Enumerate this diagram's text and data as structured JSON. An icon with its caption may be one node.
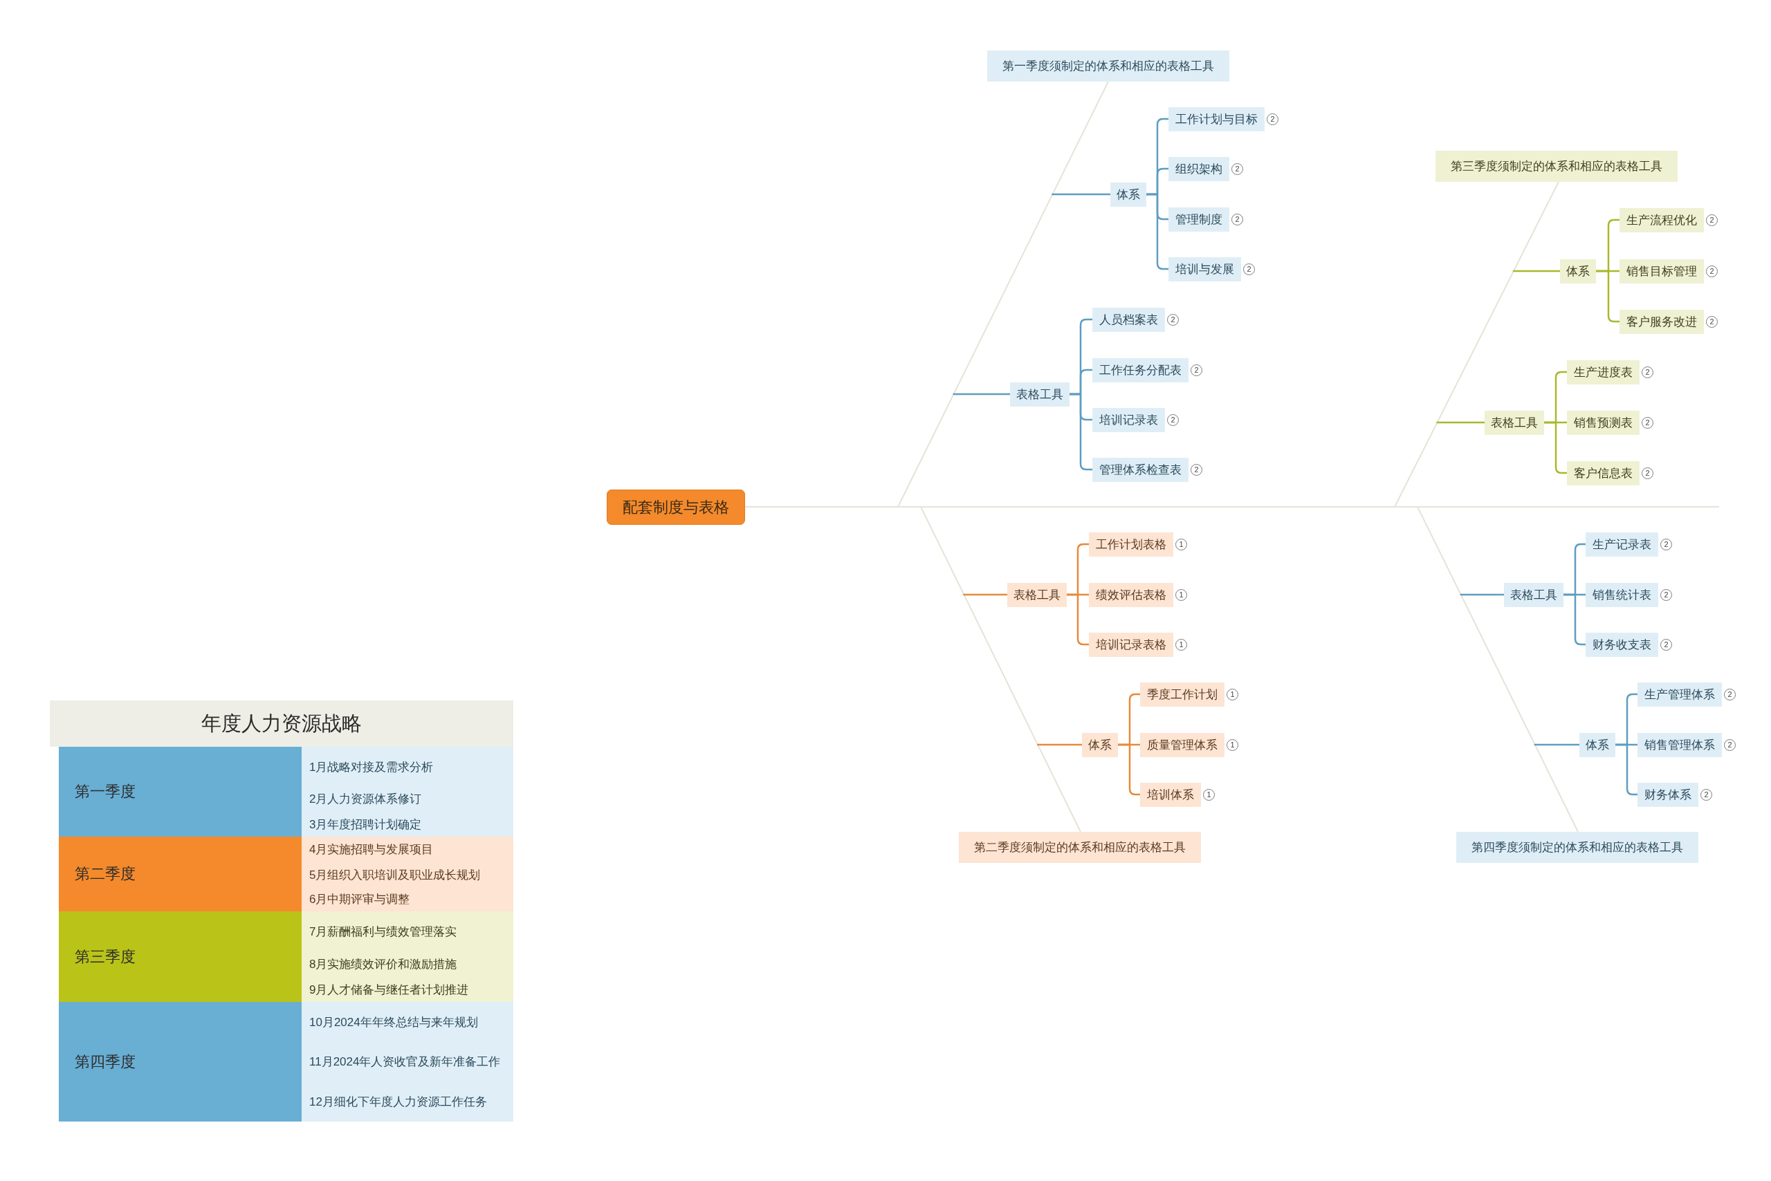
{
  "diagram": {
    "nodes": [
      {
        "text": [
          "配套制度与表格"
        ]
      },
      {
        "text": [
          "第一季度须制定的体系和相应的表格工具"
        ]
      },
      {
        "text": [
          "体系"
        ]
      },
      {
        "text": [
          "工作计划与目标"
        ],
        "beside": [
          "2"
        ]
      },
      {
        "text": [
          "组织架构"
        ],
        "beside": [
          "2"
        ]
      },
      {
        "text": [
          "管理制度"
        ],
        "beside": [
          "2"
        ]
      },
      {
        "text": [
          "培训与发展"
        ],
        "beside": [
          "2"
        ]
      },
      {
        "text": [
          "表格工具"
        ]
      },
      {
        "text": [
          "人员档案表"
        ],
        "beside": [
          "2"
        ]
      },
      {
        "text": [
          "工作任务分配表"
        ],
        "beside": [
          "2"
        ]
      },
      {
        "text": [
          "培训记录表"
        ],
        "beside": [
          "2"
        ]
      },
      {
        "text": [
          "管理体系检查表"
        ],
        "beside": [
          "2"
        ]
      },
      {
        "text": [
          "表格工具"
        ]
      },
      {
        "text": [
          "工作计划表格"
        ],
        "beside": [
          "1"
        ]
      },
      {
        "text": [
          "绩效评估表格"
        ],
        "beside": [
          "1"
        ]
      },
      {
        "text": [
          "培训记录表格"
        ],
        "beside": [
          "1"
        ]
      },
      {
        "text": [
          "体系"
        ]
      },
      {
        "text": [
          "季度工作计划"
        ],
        "beside": [
          "1"
        ]
      },
      {
        "text": [
          "质量管理体系"
        ],
        "beside": [
          "1"
        ]
      },
      {
        "text": [
          "培训体系"
        ],
        "beside": [
          "1"
        ]
      },
      {
        "text": [
          "第二季度须制定的体系和相应的表格工具"
        ]
      },
      {
        "text": [
          "第三季度须制定的体系和相应的表格工具"
        ]
      },
      {
        "text": [
          "体系"
        ]
      },
      {
        "text": [
          "生产流程优化"
        ],
        "beside": [
          "2"
        ]
      },
      {
        "text": [
          "销售目标管理"
        ],
        "beside": [
          "2"
        ]
      },
      {
        "text": [
          "客户服务改进"
        ],
        "beside": [
          "2"
        ]
      },
      {
        "text": [
          "表格工具"
        ]
      },
      {
        "text": [
          "生产进度表"
        ],
        "beside": [
          "2"
        ]
      },
      {
        "text": [
          "销售预测表"
        ],
        "beside": [
          "2"
        ]
      },
      {
        "text": [
          "客户信息表"
        ],
        "beside": [
          "2"
        ]
      },
      {
        "text": [
          "表格工具"
        ]
      },
      {
        "text": [
          "生产记录表"
        ],
        "beside": [
          "2"
        ]
      },
      {
        "text": [
          "销售统计表"
        ],
        "beside": [
          "2"
        ]
      },
      {
        "text": [
          "财务收支表"
        ],
        "beside": [
          "2"
        ]
      },
      {
        "text": [
          "体系"
        ]
      },
      {
        "text": [
          "生产管理体系"
        ],
        "beside": [
          "2"
        ]
      },
      {
        "text": [
          "销售管理体系"
        ],
        "beside": [
          "2"
        ]
      },
      {
        "text": [
          "财务体系"
        ],
        "beside": [
          "2"
        ]
      },
      {
        "text": [
          "第四季度须制定的体系和相应的表格工具"
        ]
      }
    ],
    "edges": [
      {
        "from": 0,
        "to": 1,
        "arrow": "none",
        "color": "#e6e3d8"
      },
      {
        "from": 0,
        "to": 20,
        "arrow": "none",
        "color": "#e6e3d8"
      },
      {
        "from": 0,
        "to": 21,
        "arrow": "none",
        "color": "#e6e3d8"
      },
      {
        "from": 0,
        "to": 38,
        "arrow": "none",
        "color": "#e6e3d8"
      },
      {
        "from": null,
        "to": 2,
        "arrow": "none"
      },
      {
        "from": 2,
        "to": 3,
        "arrow": "none"
      },
      {
        "from": 2,
        "to": 4,
        "arrow": "none"
      },
      {
        "from": 2,
        "to": 5,
        "arrow": "none"
      },
      {
        "from": 2,
        "to": 6,
        "arrow": "none"
      },
      {
        "from": null,
        "to": 7,
        "arrow": "none"
      },
      {
        "from": 7,
        "to": 8,
        "arrow": "none"
      },
      {
        "from": 7,
        "to": 9,
        "arrow": "none"
      },
      {
        "from": 7,
        "to": 10,
        "arrow": "none"
      },
      {
        "from": 7,
        "to": 11,
        "arrow": "none"
      },
      {
        "from": null,
        "to": 12,
        "arrow": "none",
        "color": "#e68a3b"
      },
      {
        "from": 12,
        "to": 13,
        "arrow": "none",
        "color": "#e68a3b"
      },
      {
        "from": 12,
        "to": 14,
        "arrow": "none",
        "color": "#e68a3b"
      },
      {
        "from": 12,
        "to": 15,
        "arrow": "none",
        "color": "#e68a3b"
      },
      {
        "from": null,
        "to": 16,
        "arrow": "none",
        "color": "#e68a3b"
      },
      {
        "from": 16,
        "to": 17,
        "arrow": "none",
        "color": "#e68a3b"
      },
      {
        "from": 16,
        "to": 18,
        "arrow": "none",
        "color": "#e68a3b"
      },
      {
        "from": 16,
        "to": 19,
        "arrow": "none",
        "color": "#e68a3b"
      },
      {
        "from": null,
        "to": 22,
        "arrow": "none",
        "color": "#a9b82b"
      },
      {
        "from": 22,
        "to": 23,
        "arrow": "none",
        "color": "#a9b82b"
      },
      {
        "from": 22,
        "to": 24,
        "arrow": "none",
        "color": "#a9b82b"
      },
      {
        "from": 22,
        "to": 25,
        "arrow": "none",
        "color": "#a9b82b"
      },
      {
        "from": null,
        "to": 26,
        "arrow": "none",
        "color": "#a9b82b"
      },
      {
        "from": 26,
        "to": 27,
        "arrow": "none",
        "color": "#a9b82b"
      },
      {
        "from": 26,
        "to": 28,
        "arrow": "none",
        "color": "#a9b82b"
      },
      {
        "from": 26,
        "to": 29,
        "arrow": "none",
        "color": "#a9b82b"
      },
      {
        "from": null,
        "to": 30,
        "arrow": "none"
      },
      {
        "from": 30,
        "to": 31,
        "arrow": "none"
      },
      {
        "from": 30,
        "to": 32,
        "arrow": "none"
      },
      {
        "from": 30,
        "to": 33,
        "arrow": "none"
      },
      {
        "from": null,
        "to": 34,
        "arrow": "none"
      },
      {
        "from": 34,
        "to": 35,
        "arrow": "none"
      },
      {
        "from": 34,
        "to": 36,
        "arrow": "none"
      },
      {
        "from": 34,
        "to": 37,
        "arrow": "none"
      }
    ],
    "labels": [
      "年度人力资源战略",
      "第一季度",
      "1月战略对接及需求分析",
      "2月人力资源体系修订",
      "3月年度招聘计划确定",
      "第二季度",
      "4月实施招聘与发展项目",
      "5月组织入职培训及职业成长规划",
      "6月中期评审与调整",
      "第三季度",
      "7月薪酬福利与绩效管理落实",
      "8月实施绩效评价和激励措施",
      "9月人才储备与继任者计划推进",
      "第四季度",
      "10月2024年年终总结与来年规划",
      "11月2024年人资收官及新年准备工作",
      "12月细化下年度人力资源工作任务"
    ]
  }
}
